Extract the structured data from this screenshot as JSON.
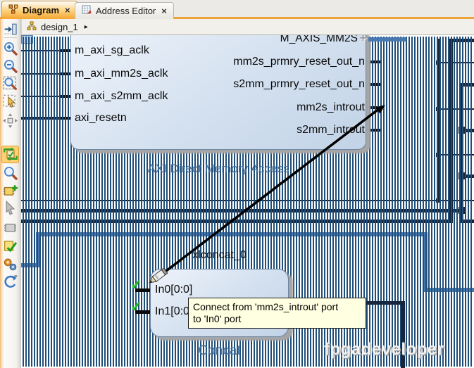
{
  "window": {
    "tabs": [
      {
        "label": "Diagram",
        "icon": "diagram-icon",
        "active": true,
        "close_glyph": "×"
      },
      {
        "label": "Address Editor",
        "icon": "address-editor-icon",
        "active": false,
        "close_glyph": "×"
      }
    ]
  },
  "breadcrumb": {
    "design": "design_1",
    "arrow_glyph": "▸",
    "icon": "design-hierarchy-icon"
  },
  "toolbar": {
    "icons": [
      "dock-toolbar",
      "zoom-in",
      "zoom-out",
      "zoom-fit",
      "select-area",
      "fit-to-window",
      "auto-fit-selection",
      "search",
      "add-ip",
      "make-external-connection",
      "customize-block",
      "validate-design",
      "settings-gears",
      "regenerate-layout"
    ],
    "highlighted_icon": "auto-fit-selection"
  },
  "diagram": {
    "dma_block": {
      "title": "AXI Direct Memory Access",
      "interface_port": "M_AXIS_MM2S",
      "expand_glyph": "+",
      "left_ports": [
        "m_axi_sg_aclk",
        "m_axi_mm2s_aclk",
        "m_axi_s2mm_aclk",
        "axi_resetn"
      ],
      "right_ports": [
        "mm2s_prmry_reset_out_n",
        "s2mm_prmry_reset_out_n",
        "mm2s_introut",
        "s2mm_introut"
      ]
    },
    "concat_block": {
      "instance_name": "xlconcat_0",
      "type_label": "Concat",
      "ports": [
        "In0[0:0]",
        "In1[0:0]"
      ],
      "check_glyph": "✓"
    },
    "tooltip": {
      "line1": "Connect from 'mm2s_introut' port",
      "line2": "to 'In0' port"
    },
    "watermark": "fpgadeveloper",
    "colors": {
      "wire_dark": "#16263C",
      "bus_blue": "#4878B0",
      "block_label_blue": "#44709D",
      "tab_active_orange": "#F1A33B",
      "tooltip_bg": "#FFFFE1",
      "valid_green": "#22C42A"
    }
  }
}
